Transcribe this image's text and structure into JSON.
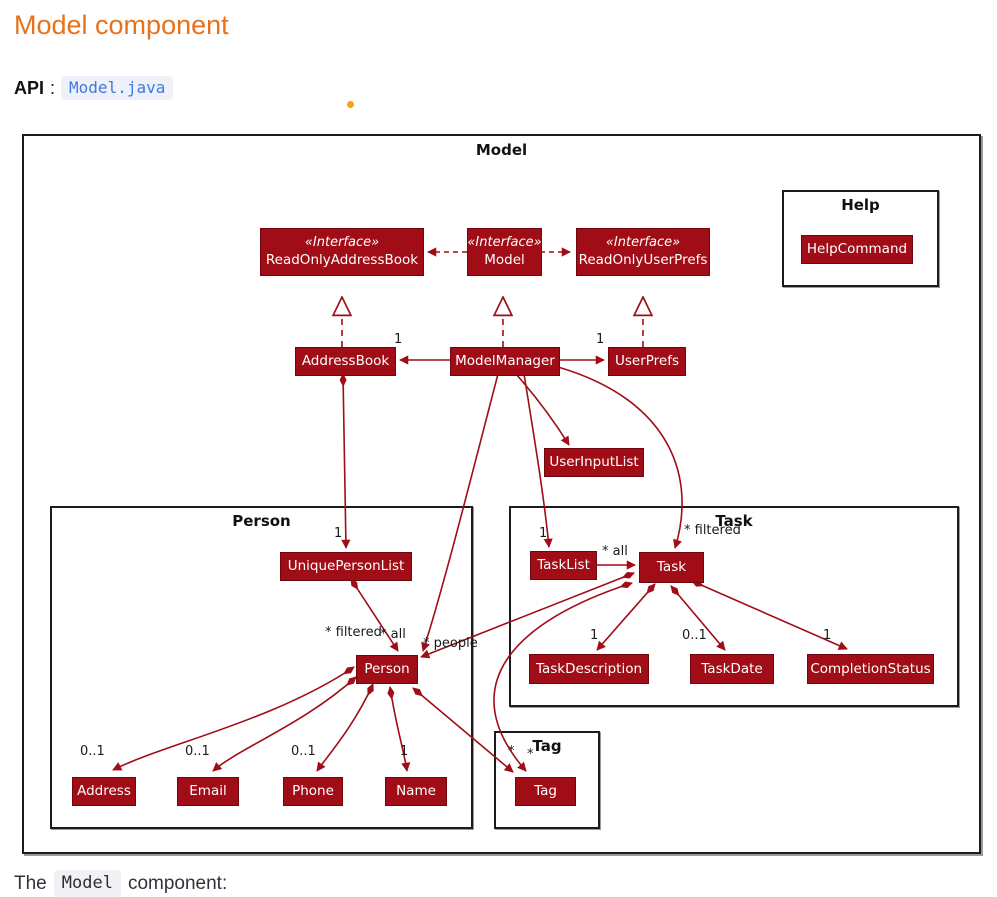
{
  "header": {
    "title": "Model component",
    "api_label": "API",
    "api_colon": ":",
    "api_link": "Model.java"
  },
  "footer": {
    "prefix": "The",
    "code": "Model",
    "suffix": "component:"
  },
  "colors": {
    "accent_orange": "#e8711a",
    "uml_red": "#a00d17",
    "link_blue": "#3e78e0"
  },
  "diagram": {
    "frame_title": "Model",
    "stereotype": "«Interface»",
    "packages": {
      "help": "Help",
      "person": "Person",
      "task": "Task",
      "tag": "Tag"
    },
    "nodes": {
      "readOnlyAddressBook": "ReadOnlyAddressBook",
      "model": "Model",
      "readOnlyUserPrefs": "ReadOnlyUserPrefs",
      "helpCommand": "HelpCommand",
      "addressBook": "AddressBook",
      "modelManager": "ModelManager",
      "userPrefs": "UserPrefs",
      "userInputList": "UserInputList",
      "uniquePersonList": "UniquePersonList",
      "person": "Person",
      "address": "Address",
      "email": "Email",
      "phone": "Phone",
      "name": "Name",
      "taskList": "TaskList",
      "task": "Task",
      "taskDescription": "TaskDescription",
      "taskDate": "TaskDate",
      "completionStatus": "CompletionStatus",
      "tag": "Tag"
    },
    "multiplicities": {
      "one": "1",
      "zeroOne": "0..1",
      "star": "*"
    },
    "roles": {
      "filtered": "* filtered",
      "all": "* all",
      "people": "* people"
    }
  }
}
